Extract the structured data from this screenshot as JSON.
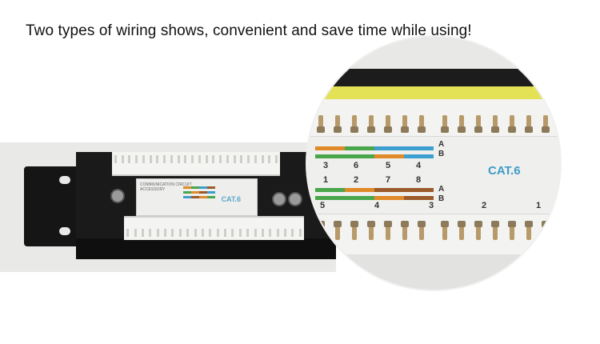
{
  "headline": "Two types of wiring shows, convenient and save time while using!",
  "left_photo": {
    "mini_label_lines": [
      "COMMUNICATION CIRCUIT",
      "ACCESSORY"
    ],
    "mini_cat": "CAT.6"
  },
  "zoom": {
    "cat_label": "CAT.6",
    "row_a_numbers": [
      "3",
      "6",
      "5",
      "4"
    ],
    "row_b_numbers": [
      "1",
      "2",
      "7",
      "8"
    ],
    "ab_top": [
      "A",
      "B"
    ],
    "ab_bottom": [
      "A",
      "B"
    ],
    "port_numbers": [
      "5",
      "4",
      "3",
      "2",
      "1"
    ]
  },
  "colors": {
    "orange": "#e08a2a",
    "green": "#4aa64a",
    "blue": "#3c9fd0",
    "brown": "#9a5a2a",
    "cat_blue": "#3d9cc7"
  }
}
